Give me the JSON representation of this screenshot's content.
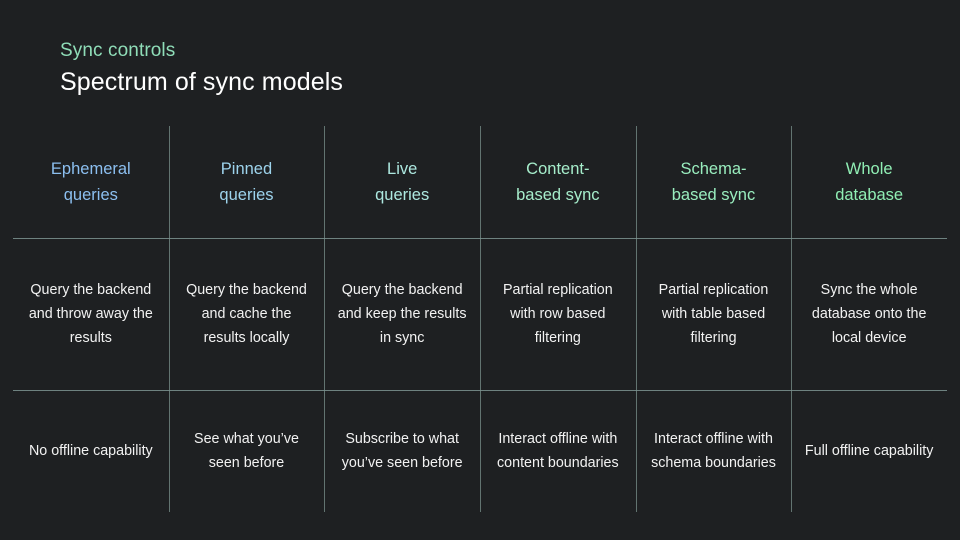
{
  "header": {
    "eyebrow": "Sync controls",
    "title": "Spectrum of sync models"
  },
  "colors": {
    "background": "#1e2022",
    "eyebrow": "#8fddb8",
    "title": "#ffffff",
    "rule": "#7d9490",
    "body_text": "#f2f2f2",
    "column_1": "#8cbff0",
    "column_2": "#9dd3ec",
    "column_3": "#ade8e0",
    "column_4": "#a6edcb",
    "column_5": "#99edbe",
    "column_6": "#90eeb4"
  },
  "table": {
    "columns": [
      {
        "header": "Ephemeral\nqueries",
        "header_line1": "Ephemeral",
        "header_line2": "queries",
        "header_color": "#8cbff0",
        "description": "Query the backend and throw away the results",
        "capability": "No offline capability"
      },
      {
        "header": "Pinned\nqueries",
        "header_line1": "Pinned",
        "header_line2": "queries",
        "header_color": "#9dd3ec",
        "description": "Query the backend and cache the results locally",
        "capability": "See what you’ve seen before"
      },
      {
        "header": "Live\nqueries",
        "header_line1": "Live",
        "header_line2": "queries",
        "header_color": "#ade8e0",
        "description": "Query the backend and keep the results in sync",
        "capability": "Subscribe to what you’ve seen before"
      },
      {
        "header": "Content-\nbased sync",
        "header_line1": "Content-",
        "header_line2": "based sync",
        "header_color": "#a6edcb",
        "description": "Partial replication with row based filtering",
        "capability": "Interact offline with content boundaries"
      },
      {
        "header": "Schema-\nbased sync",
        "header_line1": "Schema-",
        "header_line2": "based sync",
        "header_color": "#99edbe",
        "description": "Partial replication with table based filtering",
        "capability": "Interact offline with schema boundaries"
      },
      {
        "header": "Whole\ndatabase",
        "header_line1": "Whole",
        "header_line2": "database",
        "header_color": "#90eeb4",
        "description": "Sync the whole database onto the local device",
        "capability": "Full offline capability"
      }
    ]
  }
}
